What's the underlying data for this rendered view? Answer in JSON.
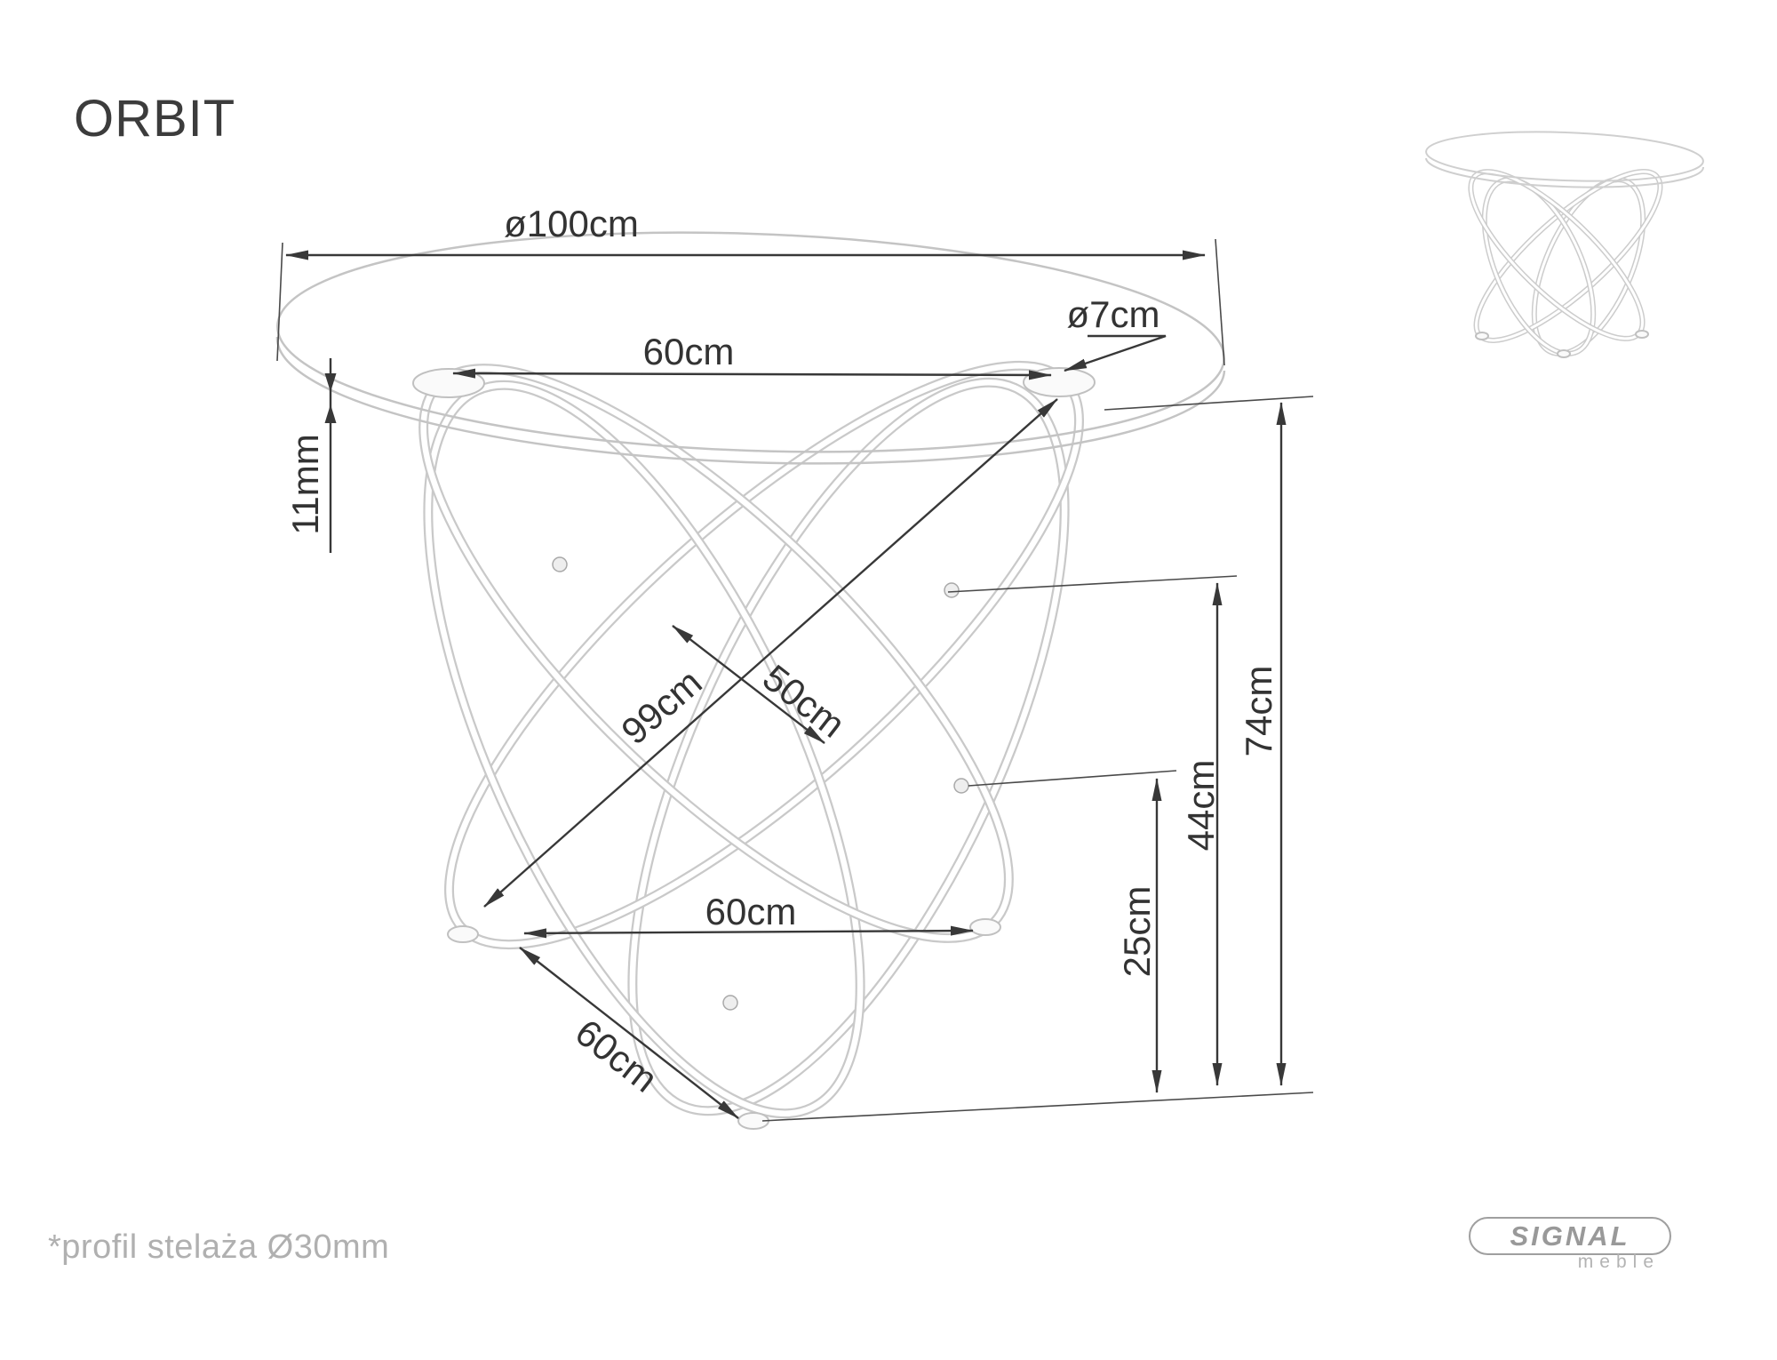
{
  "title": "ORBIT",
  "footnote": "*profil stelaża Ø30mm",
  "logo": {
    "brand": "SIGNAL",
    "subtitle": "meble"
  },
  "dims": {
    "top_diameter": "ø100cm",
    "top_inner_span": "60cm",
    "connector_diameter": "ø7cm",
    "glass_thickness": "11mm",
    "base_diagonal": "99cm",
    "ring_width": "50cm",
    "total_height": "74cm",
    "mid_ring_height": "44cm",
    "lower_ring_height": "25cm",
    "feet_span": "60cm",
    "feet_diagonal": "60cm"
  },
  "colors": {
    "dimension_lines": "#383838",
    "drawing_gray": "#c9c9c9",
    "note_gray": "#b0b0b0",
    "logo_gray": "#999999",
    "background": "#ffffff"
  }
}
